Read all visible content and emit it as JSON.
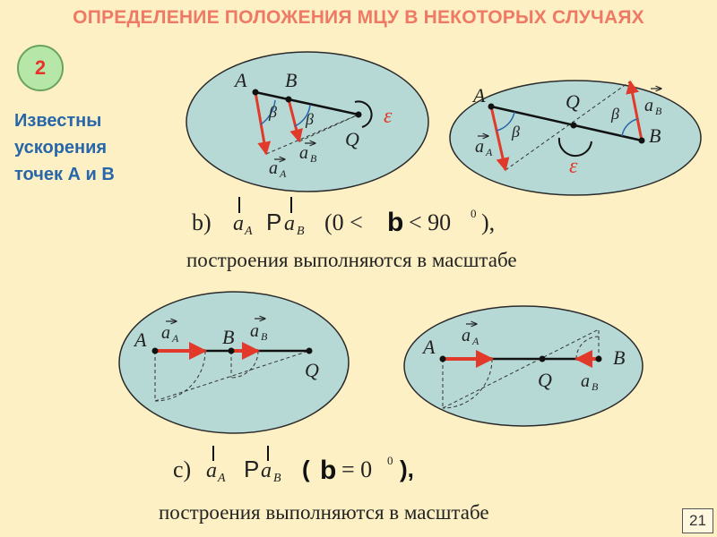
{
  "title": "ОПРЕДЕЛЕНИЕ ПОЛОЖЕНИЯ МЦУ В НЕКОТОРЫХ СЛУЧАЯХ",
  "badge": "2",
  "side_text": [
    "Известны",
    "ускорения",
    "точек А и В"
  ],
  "labels": {
    "A": "A",
    "B": "B",
    "Q": "Q",
    "a": "a",
    "sub_A": "A",
    "sub_B": "B",
    "beta": "β",
    "eps": "ε"
  },
  "case_b": {
    "prefix": "b)",
    "parallel": "P",
    "open": "(0 <",
    "beta": "b",
    "close": "< 90",
    "deg": "0",
    "tail": "),",
    "note": "построения выполняются в масштабе"
  },
  "case_c": {
    "prefix": "c)",
    "parallel": "P",
    "open": "(",
    "beta": "b",
    "eq": "= 0",
    "deg": "0",
    "tail": "),",
    "note": "построения выполняются в масштабе"
  },
  "page_number": "21",
  "colors": {
    "title": "#ee7a66",
    "side": "#2767a9",
    "arrow": "#e23a2a",
    "ellipse": "#b6d9d6"
  }
}
